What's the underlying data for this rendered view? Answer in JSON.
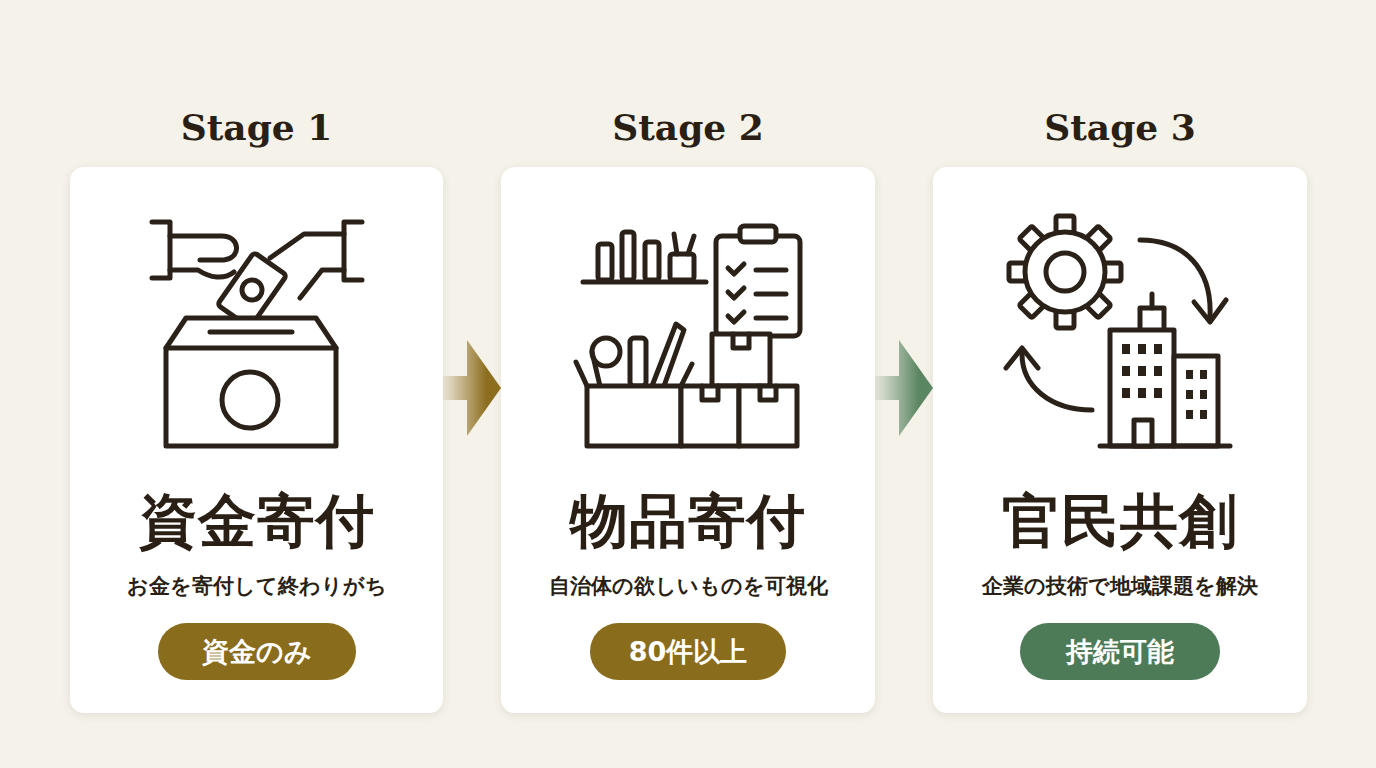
{
  "diagram": {
    "nodes": [
      {
        "text": [
          "Stage 1",
          "資金寄付",
          "お金を寄付して終わりがち"
        ]
      },
      {
        "text": [
          "資金のみ"
        ],
        "in": 0
      },
      {
        "text": [
          "Stage 2",
          "物品寄付",
          "自治体の欲しいものを可視化"
        ]
      },
      {
        "text": [
          "80件以上"
        ],
        "in": 2
      },
      {
        "text": [
          "Stage 3",
          "官民共創",
          "企業の技術で地域課題を解決"
        ]
      },
      {
        "text": [
          "持続可能"
        ],
        "in": 4
      }
    ],
    "edges": [
      {
        "from": 0,
        "to": 2,
        "arrow": "to"
      },
      {
        "from": 2,
        "to": 4,
        "arrow": "to"
      }
    ]
  }
}
